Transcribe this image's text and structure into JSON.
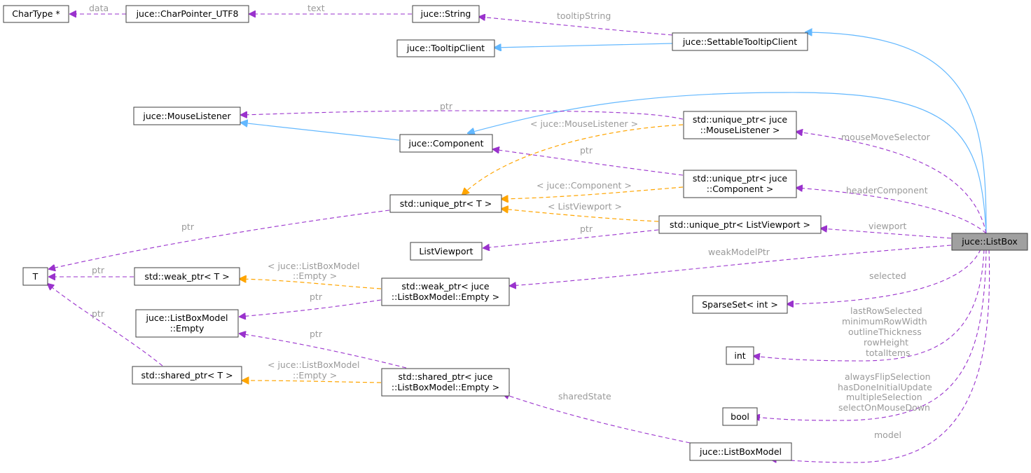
{
  "nodes": {
    "chartype": "CharType *",
    "charpointer": "juce::CharPointer_UTF8",
    "string": "juce::String",
    "tooltipclient": "juce::TooltipClient",
    "settabletooltip": "juce::SettableTooltipClient",
    "mouselistener": "juce::MouseListener",
    "component": "juce::Component",
    "uptr_mouselistener": [
      "std::unique_ptr< juce",
      "::MouseListener >"
    ],
    "uptr_component": [
      "std::unique_ptr< juce",
      "::Component >"
    ],
    "uptr_t": "std::unique_ptr< T >",
    "uptr_listviewport": "std::unique_ptr< ListViewport >",
    "listviewport": "ListViewport",
    "t": "T",
    "weakptr_t": "std::weak_ptr< T >",
    "weakptr_empty": [
      "std::weak_ptr< juce",
      "::ListBoxModel::Empty >"
    ],
    "listboxmodel_empty": [
      "juce::ListBoxModel",
      "::Empty"
    ],
    "sharedptr_t": "std::shared_ptr< T >",
    "sharedptr_empty": [
      "std::shared_ptr< juce",
      "::ListBoxModel::Empty >"
    ],
    "sparseset": "SparseSet< int >",
    "int": "int",
    "bool": "bool",
    "listboxmodel": "juce::ListBoxModel",
    "listbox": "juce::ListBox"
  },
  "edge_labels": {
    "data": "data",
    "text": "text",
    "tooltipString": "tooltipString",
    "ptr_mouselistener": "ptr",
    "tmpl_mouselistener": "< juce::MouseListener >",
    "mouseMoveSelector": "mouseMoveSelector",
    "ptr_component": "ptr",
    "tmpl_component": "< juce::Component >",
    "headerComponent": "headerComponent",
    "tmpl_listviewport": "< ListViewport >",
    "ptr_listviewport": "ptr",
    "viewport": "viewport",
    "ptr_t": "ptr",
    "ptr_weak_t": "ptr",
    "weakModelPtr": "weakModelPtr",
    "tmpl_weak": [
      "< juce::ListBoxModel",
      "::Empty >"
    ],
    "ptr_empty_weak": "ptr",
    "ptr_shared_t": "ptr",
    "ptr_empty_shared": "ptr",
    "tmpl_shared": [
      "< juce::ListBoxModel",
      "::Empty >"
    ],
    "selected": "selected",
    "int_members": [
      "lastRowSelected",
      "minimumRowWidth",
      "outlineThickness",
      "rowHeight",
      "totalItems"
    ],
    "bool_members": [
      "alwaysFlipSelection",
      "hasDoneInitialUpdate",
      "multipleSelection",
      "selectOnMouseDown"
    ],
    "sharedState": "sharedState",
    "model": "model"
  },
  "colors": {
    "inheritance": "#63b8ff",
    "member": "#9a32cd",
    "template": "#ffa500",
    "focus_fill": "#a0a0a0",
    "label_gray": "#9a9a9a"
  }
}
